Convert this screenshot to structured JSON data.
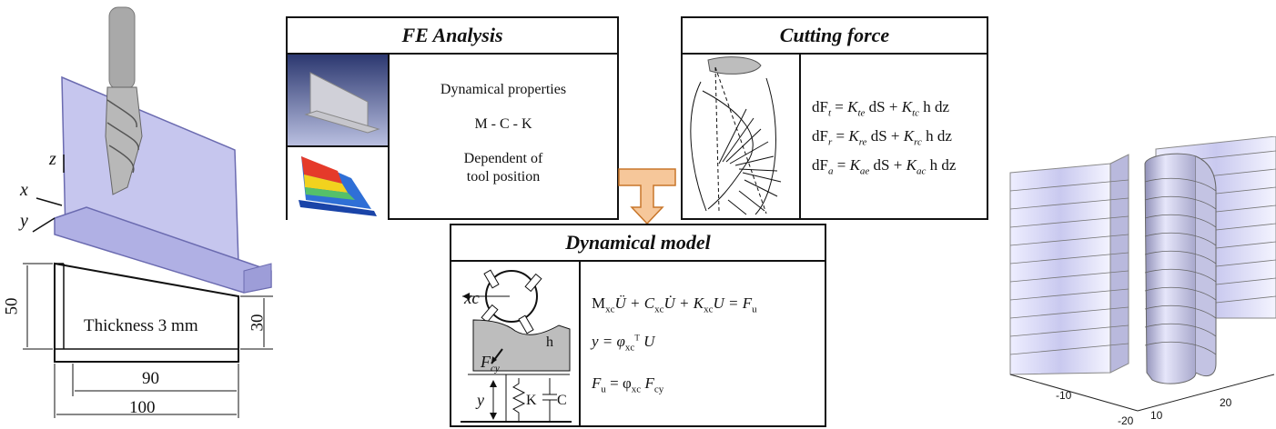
{
  "fe_panel": {
    "title": "FE Analysis",
    "line1": "Dynamical properties",
    "line2": "M - C - K",
    "line3": "Dependent of",
    "line4": "tool position"
  },
  "cutting_panel": {
    "title": "Cutting force",
    "eq_t": {
      "dF": "dF",
      "sub": "t",
      "k1": "K",
      "k1sub": "te",
      "mid": " dS + ",
      "k2": "K",
      "k2sub": "tc",
      "tail": " h dz"
    },
    "eq_r": {
      "dF": "dF",
      "sub": "r",
      "k1": "K",
      "k1sub": "re",
      "mid": " dS + ",
      "k2": "K",
      "k2sub": "rc",
      "tail": " h dz"
    },
    "eq_a": {
      "dF": "dF",
      "sub": "a",
      "k1": "K",
      "k1sub": "ae",
      "mid": " dS + ",
      "k2": "K",
      "k2sub": "ac",
      "tail": " h dz"
    }
  },
  "dynamic_panel": {
    "title": "Dynamical model",
    "eq1": "M",
    "eq1_sub": "xc",
    "eq1b": "Ü + C",
    "eq1b_sub": "xc",
    "eq1c": "U̇ + K",
    "eq1c_sub": "xc",
    "eq1d": "U = F",
    "eq1d_sub": "u",
    "eq2": "y = φ",
    "eq2_sub": "xc",
    "eq2_sup": "T",
    "eq2_tail": " U",
    "eq3": "F",
    "eq3_sub": "u",
    "eq3_mid": " = φ",
    "eq3_sub2": "xc",
    "eq3_tail": " F",
    "eq3_sub3": "cy",
    "label_xc": "xc",
    "label_fcy": "F",
    "label_fcy_sub": "cy",
    "label_h": "h",
    "label_y": "y",
    "label_k": "K",
    "label_c": "C"
  },
  "workpiece": {
    "axis_z": "z",
    "axis_x": "x",
    "axis_y": "y",
    "dim_50": "50",
    "dim_30": "30",
    "dim_90": "90",
    "dim_100": "100",
    "thickness": "Thickness 3 mm"
  },
  "surface_plot": {
    "tick_neg10": "-10",
    "tick_neg20": "-20",
    "tick_10": "10",
    "tick_20": "20"
  },
  "colors": {
    "workpiece_fill": "#b7b7e6",
    "arrow_fill": "#f6c79a",
    "arrow_stroke": "#c8762a",
    "gray_block": "#bdbdbd"
  }
}
